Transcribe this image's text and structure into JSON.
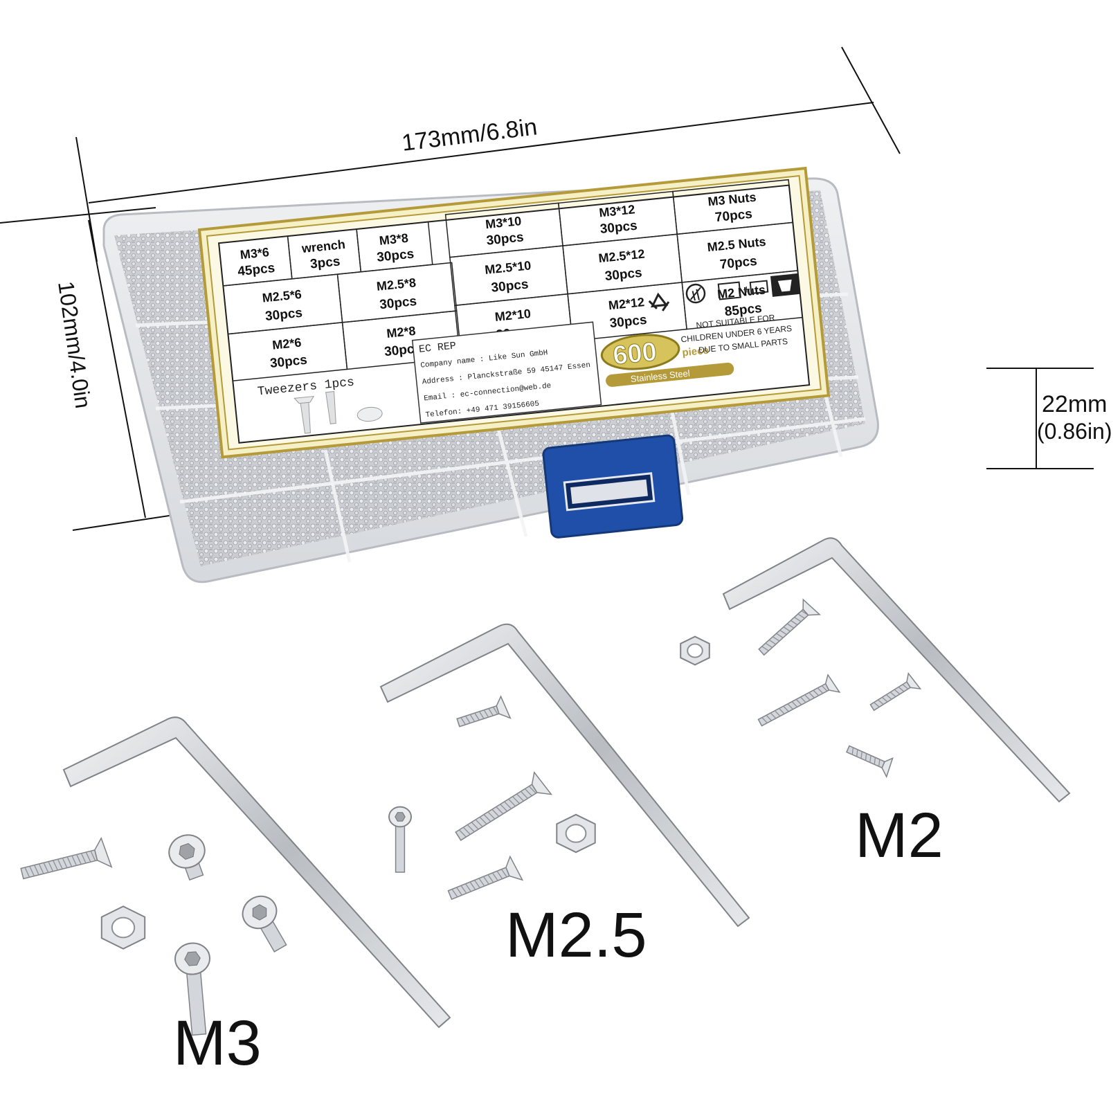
{
  "dimensions": {
    "length": "173mm/6.8in",
    "width": "102mm/4.0in",
    "height_mm": "22mm",
    "height_in": "(0.86in)"
  },
  "box_label": {
    "cells": [
      {
        "name": "M3*6",
        "qty": "45pcs"
      },
      {
        "name": "wrench",
        "qty": "3pcs"
      },
      {
        "name": "M3*8",
        "qty": "30pcs"
      },
      {
        "name": "M3*10",
        "qty": "30pcs"
      },
      {
        "name": "M3*12",
        "qty": "30pcs"
      },
      {
        "name": "M3 Nuts",
        "qty": "70pcs"
      },
      {
        "name": "M2.5*6",
        "qty": "30pcs"
      },
      {
        "name": "M2.5*8",
        "qty": "30pcs"
      },
      {
        "name": "M2.5*10",
        "qty": "30pcs"
      },
      {
        "name": "M2.5*12",
        "qty": "30pcs"
      },
      {
        "name": "M2.5 Nuts",
        "qty": "70pcs"
      },
      {
        "name": "M2*6",
        "qty": "30pcs"
      },
      {
        "name": "M2*8",
        "qty": "30pcs"
      },
      {
        "name": "M2*10",
        "qty": "30pcs"
      },
      {
        "name": "M2*12",
        "qty": "30pcs"
      },
      {
        "name": "M2 Nuts",
        "qty": "85pcs"
      }
    ],
    "tweezers": "Tweezers 1pcs",
    "ec_rep": "EC REP",
    "company": "Company name : Like Sun GmbH",
    "address": "Address : Planckstraße 59 45147 Essen",
    "email": "Email : ec-connection@web.de",
    "telefon": "Telefon: +49 471 39156605",
    "count": "600",
    "piece": "piece",
    "material": "Stainless Steel",
    "warning_1": "NOT SUITABLE FOR",
    "warning_2": "CHILDREN UNDER 6 YEARS",
    "warning_3": "DUE TO SMALL PARTS"
  },
  "size_labels": {
    "m3": "M3",
    "m25": "M2.5",
    "m2": "M2"
  },
  "colors": {
    "label_gold": "#b59a3a",
    "label_cream": "#f6f0c6",
    "latch_blue": "#1f4fa8",
    "steel": "#c9ccd0"
  }
}
